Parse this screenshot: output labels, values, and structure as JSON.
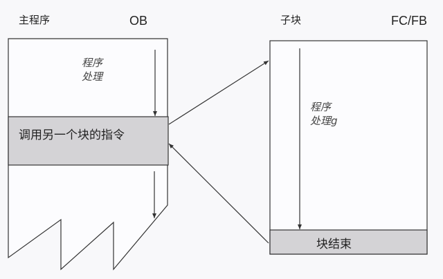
{
  "main_block": {
    "title": "主程序",
    "type": "OB",
    "process_line1": "程序",
    "process_line2": "处理",
    "call_instruction": "调用另一个块的指令"
  },
  "sub_block": {
    "title": "子块",
    "type": "FC/FB",
    "process_line1": "程序",
    "process_line2": "处理g",
    "block_end": "块结束"
  },
  "colors": {
    "band": "#d4d3d6",
    "line": "#333333",
    "background": "#f8f8fa"
  }
}
